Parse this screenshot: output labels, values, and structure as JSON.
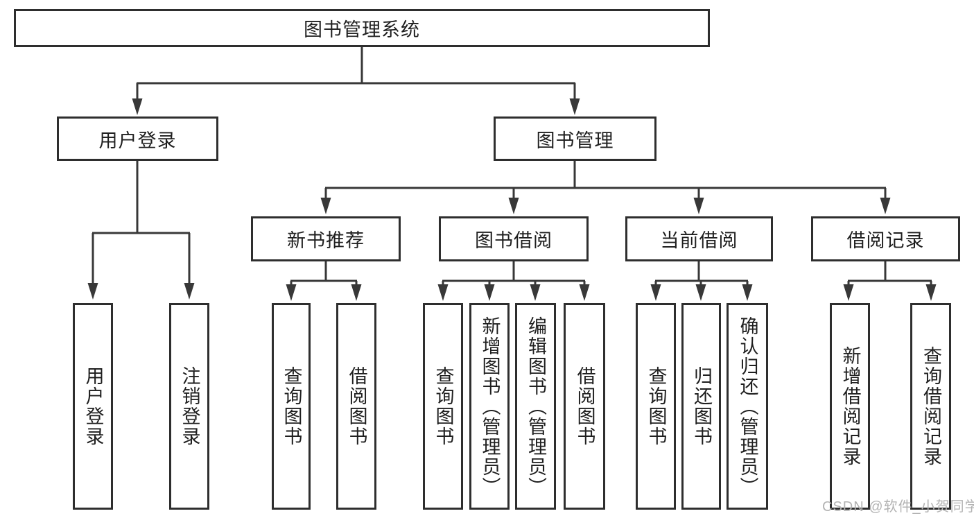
{
  "diagram": {
    "tree": {
      "label": "图书管理系统",
      "children": [
        {
          "label": "用户登录",
          "children": [
            {
              "label": "用户登录"
            },
            {
              "label": "注销登录"
            }
          ]
        },
        {
          "label": "图书管理",
          "children": [
            {
              "label": "新书推荐",
              "children": [
                {
                  "label": "查询图书"
                },
                {
                  "label": "借阅图书"
                }
              ]
            },
            {
              "label": "图书借阅",
              "children": [
                {
                  "label": "查询图书"
                },
                {
                  "label": "新增图书（管理员）"
                },
                {
                  "label": "编辑图书（管理员）"
                },
                {
                  "label": "借阅图书"
                }
              ]
            },
            {
              "label": "当前借阅",
              "children": [
                {
                  "label": "查询图书"
                },
                {
                  "label": "归还图书"
                },
                {
                  "label": "确认归还（管理员）"
                }
              ]
            },
            {
              "label": "借阅记录",
              "children": [
                {
                  "label": "新增借阅记录"
                },
                {
                  "label": "查询借阅记录"
                }
              ]
            }
          ]
        }
      ]
    },
    "watermark": "CSDN @软件_小贺同学",
    "colors": {
      "line": "#383838",
      "border": "#2e2e2e",
      "text": "#1f1f1f",
      "watermark": "#b3b3b3",
      "background": "#ffffff"
    }
  }
}
